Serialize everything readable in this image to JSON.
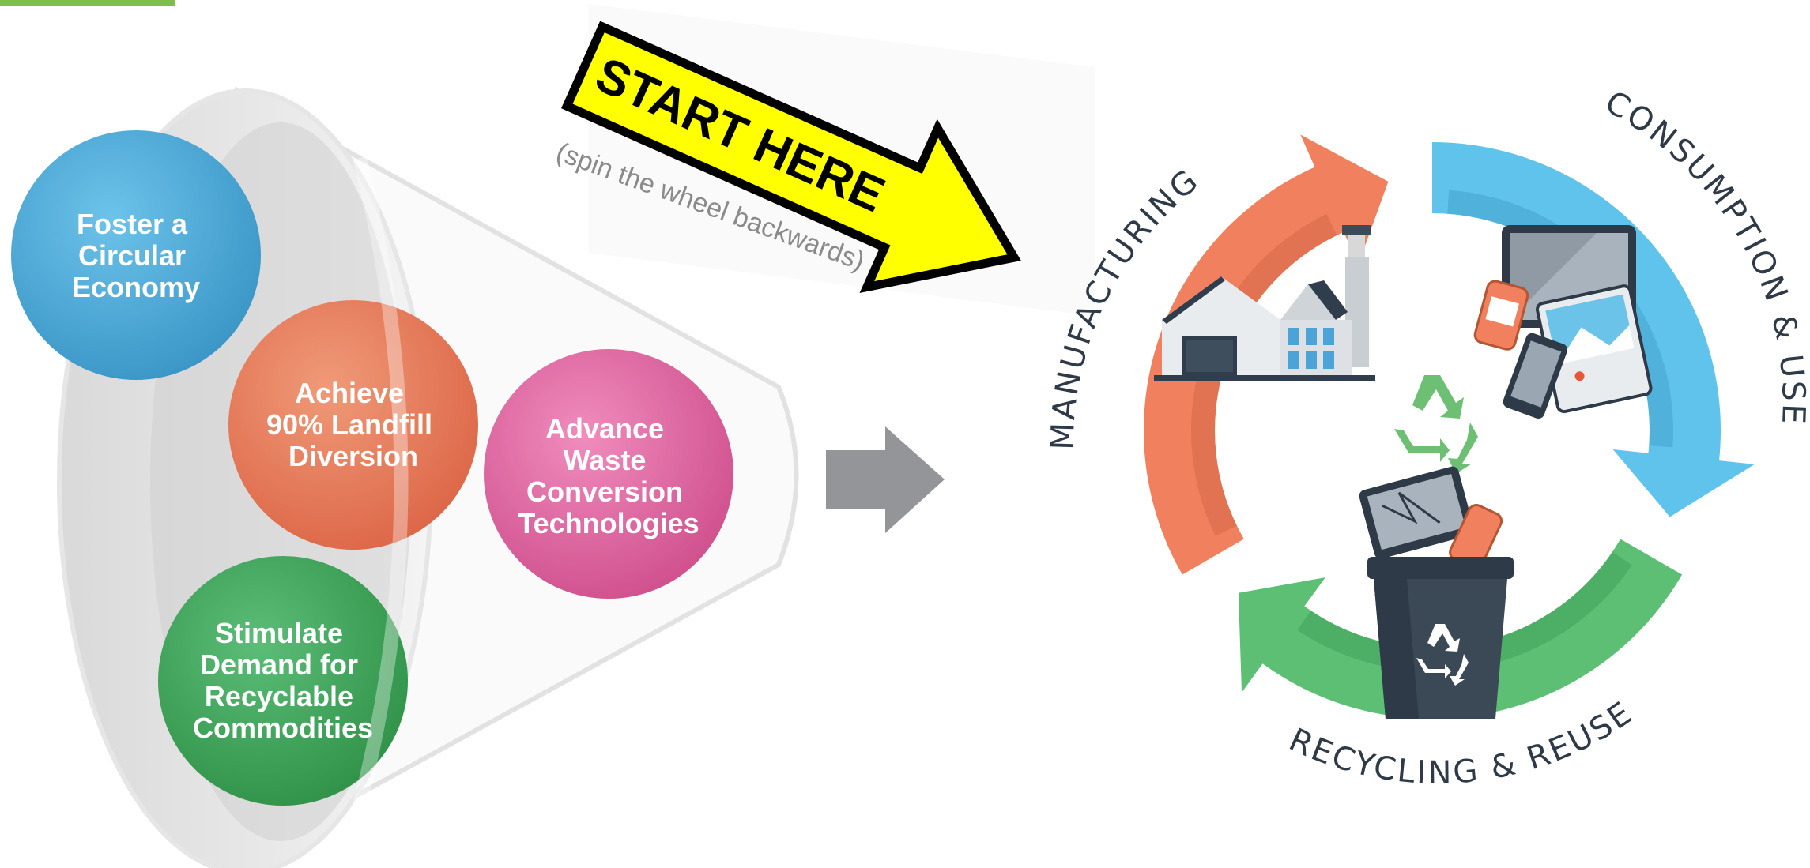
{
  "colors": {
    "accent_bar": "#7cc04b",
    "blue": "#4aa8d6",
    "orange": "#e8775a",
    "pink": "#e0679f",
    "green": "#3da35a",
    "start_arrow_fill": "#ffff00",
    "wheel_orange": "#f0805e",
    "wheel_blue": "#5fc3ec",
    "wheel_green": "#5cbf74"
  },
  "goals": {
    "circular_economy": [
      "Foster a",
      "Circular",
      "Economy"
    ],
    "landfill_diversion": [
      "Achieve",
      "90% Landfill",
      "Diversion"
    ],
    "recyclable_demand": [
      "Stimulate",
      "Demand for",
      "Recyclable",
      "Commodities"
    ],
    "waste_conversion": [
      "Advance",
      "Waste",
      "Conversion",
      "Technologies"
    ]
  },
  "callout": {
    "title": "START HERE",
    "subtitle": "(spin the wheel backwards)"
  },
  "wheel": {
    "stages": {
      "manufacturing": "MANUFACTURING",
      "consumption": "CONSUMPTION & USE",
      "recycling": "RECYCLING & REUSE"
    }
  },
  "icons": [
    "factory-icon",
    "devices-icon",
    "recycle-symbol-icon",
    "recycle-bin-icon",
    "arrow-right-icon"
  ]
}
